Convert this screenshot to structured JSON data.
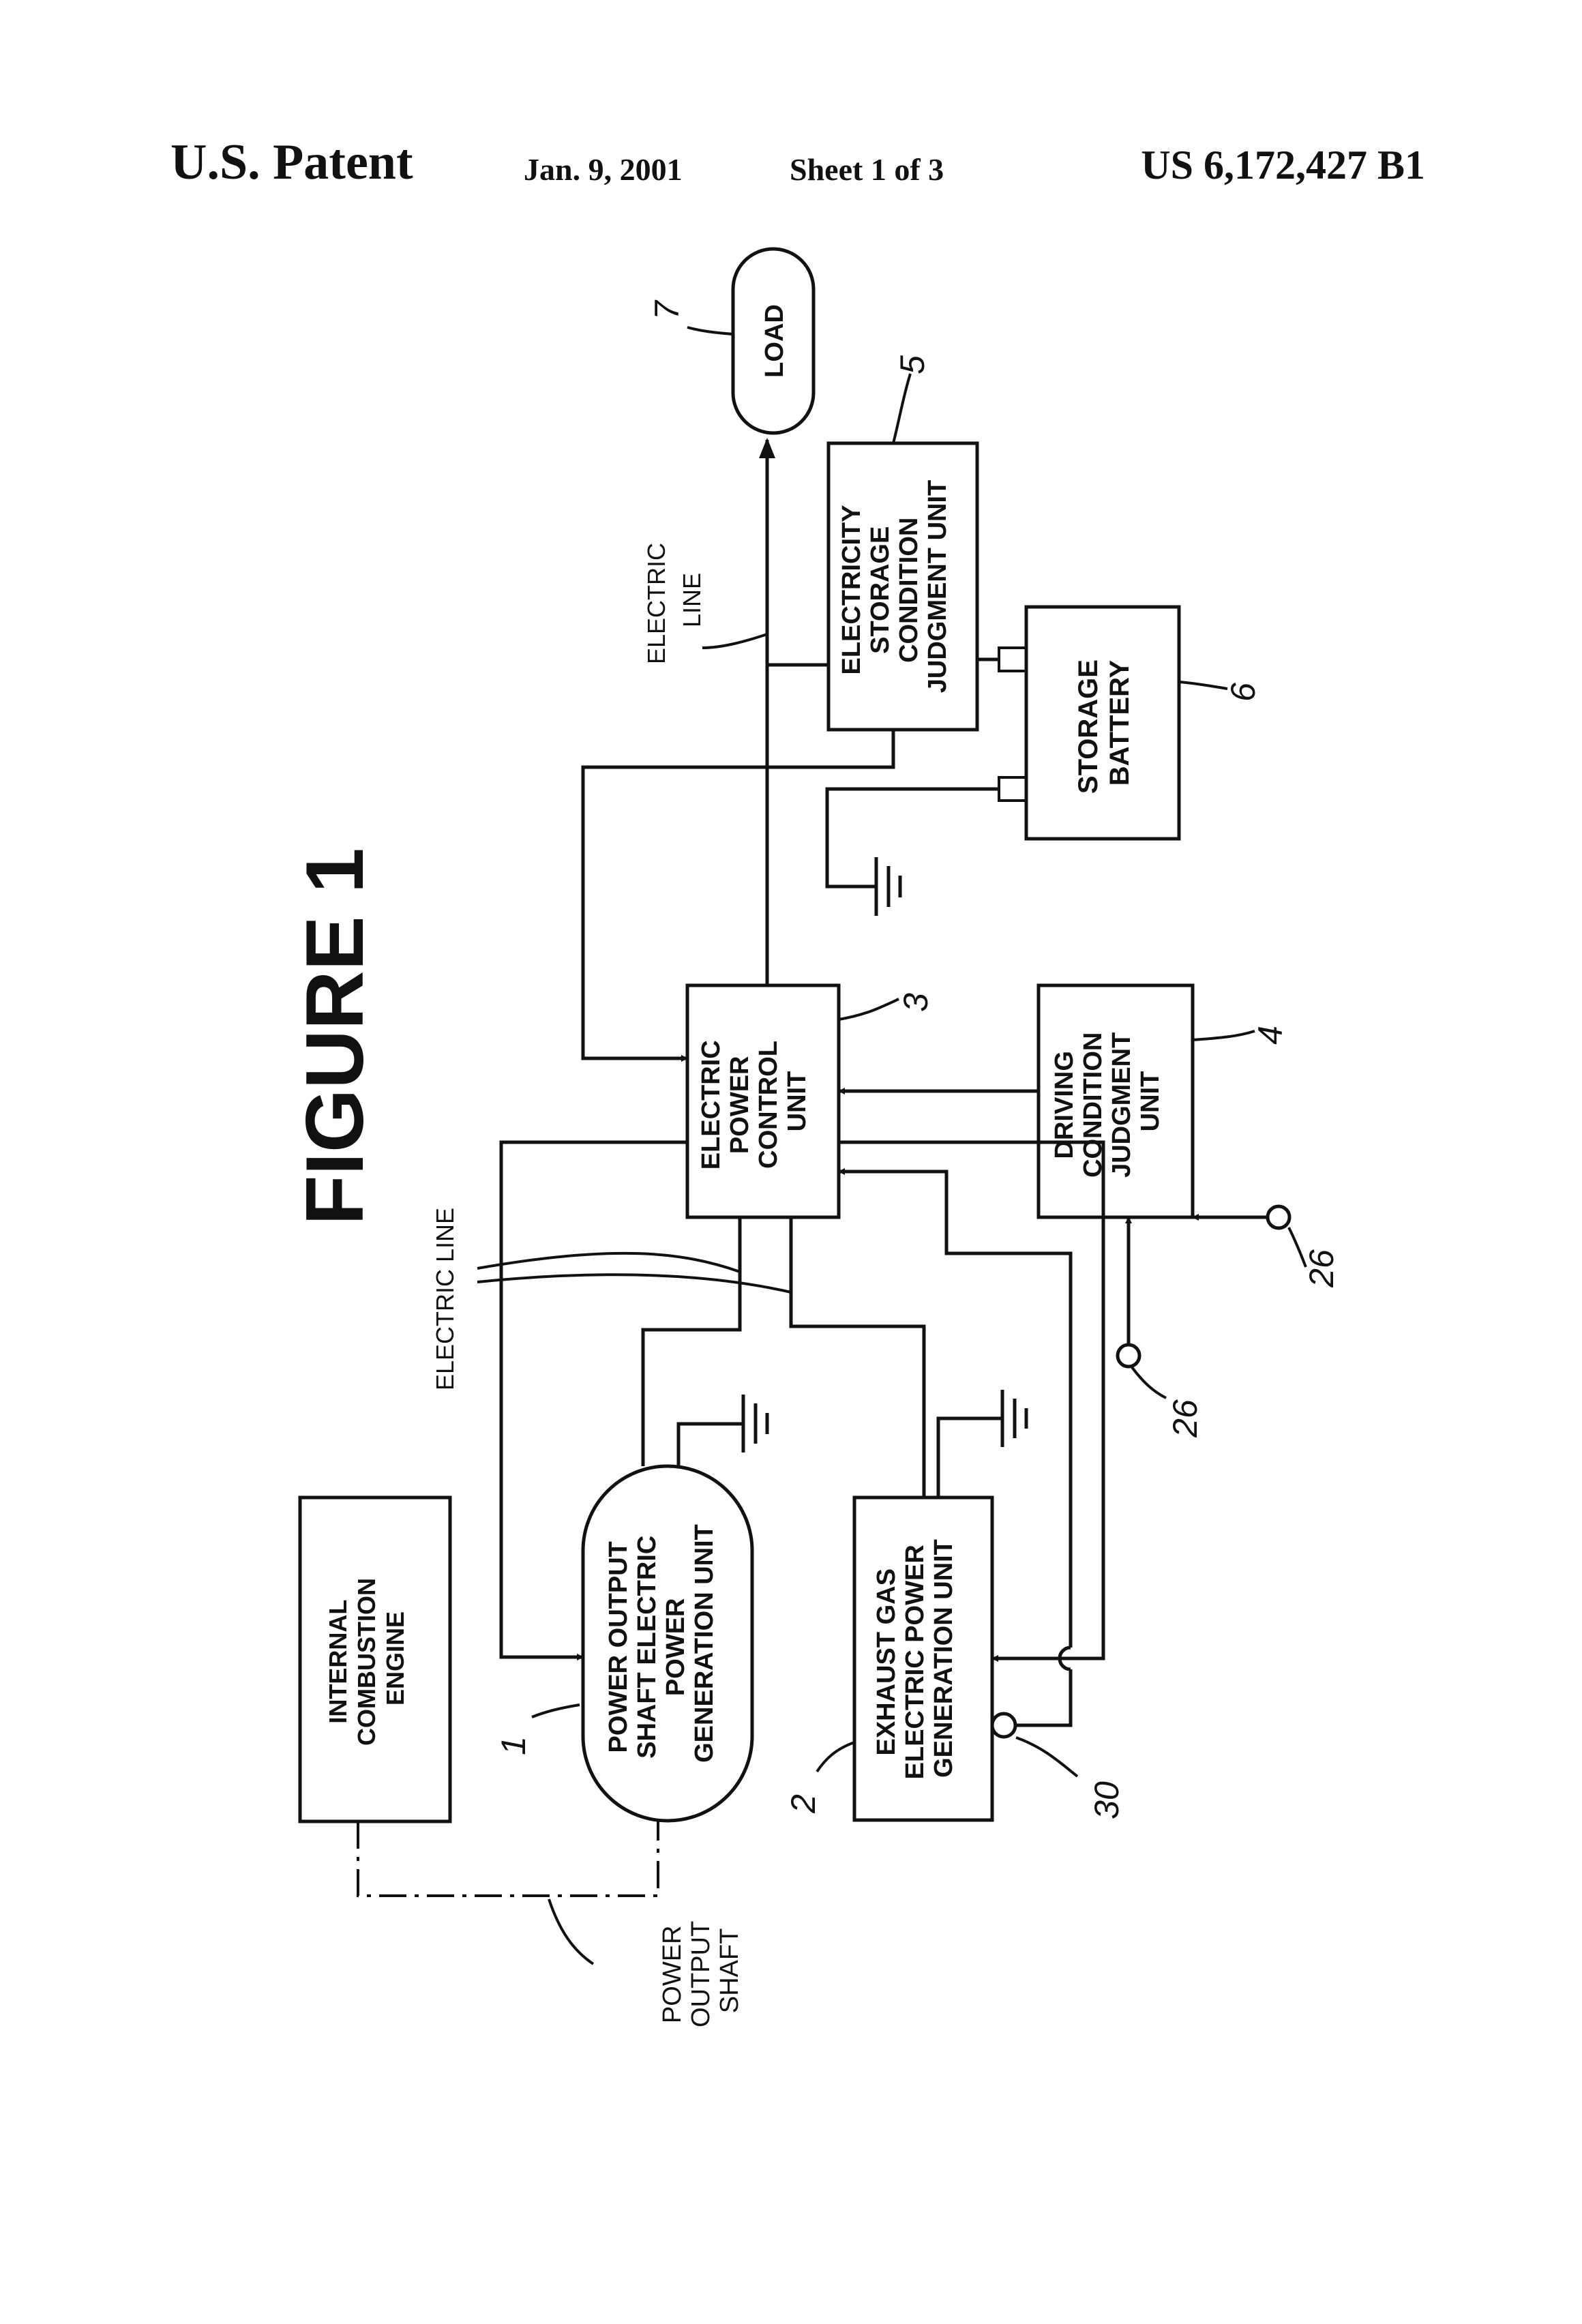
{
  "header": {
    "patent_label": "U.S. Patent",
    "date": "Jan. 9, 2001",
    "sheet": "Sheet 1 of 3",
    "patent_number": "US 6,172,427 B1"
  },
  "figure": {
    "title": "FIGURE 1",
    "blocks": {
      "engine": [
        "INTERNAL",
        "COMBUSTION",
        "ENGINE"
      ],
      "shaft_gen": [
        "POWER OUTPUT",
        "SHAFT ELECTRIC",
        "POWER",
        "GENERATION UNIT"
      ],
      "exhaust_gen": [
        "EXHAUST GAS",
        "ELECTRIC POWER",
        "GENERATION UNIT"
      ],
      "power_control": [
        "ELECTRIC",
        "POWER",
        "CONTROL",
        "UNIT"
      ],
      "driving_judgment": [
        "DRIVING",
        "CONDITION",
        "JUDGMENT",
        "UNIT"
      ],
      "storage_judgment": [
        "ELECTRICITY",
        "STORAGE",
        "CONDITION",
        "JUDGMENT UNIT"
      ],
      "battery": [
        "STORAGE",
        "BATTERY"
      ],
      "load": "LOAD"
    },
    "labels": {
      "electric_line_upper": [
        "ELECTRIC",
        "LINE"
      ],
      "electric_line_lower": "ELECTRIC LINE",
      "power_output_shaft": [
        "POWER",
        "OUTPUT",
        "SHAFT"
      ]
    },
    "refs": {
      "r1": "1",
      "r2": "2",
      "r3": "3",
      "r4": "4",
      "r5": "5",
      "r6": "6",
      "r7": "7",
      "r26a": "26",
      "r26b": "26",
      "r30": "30"
    }
  }
}
